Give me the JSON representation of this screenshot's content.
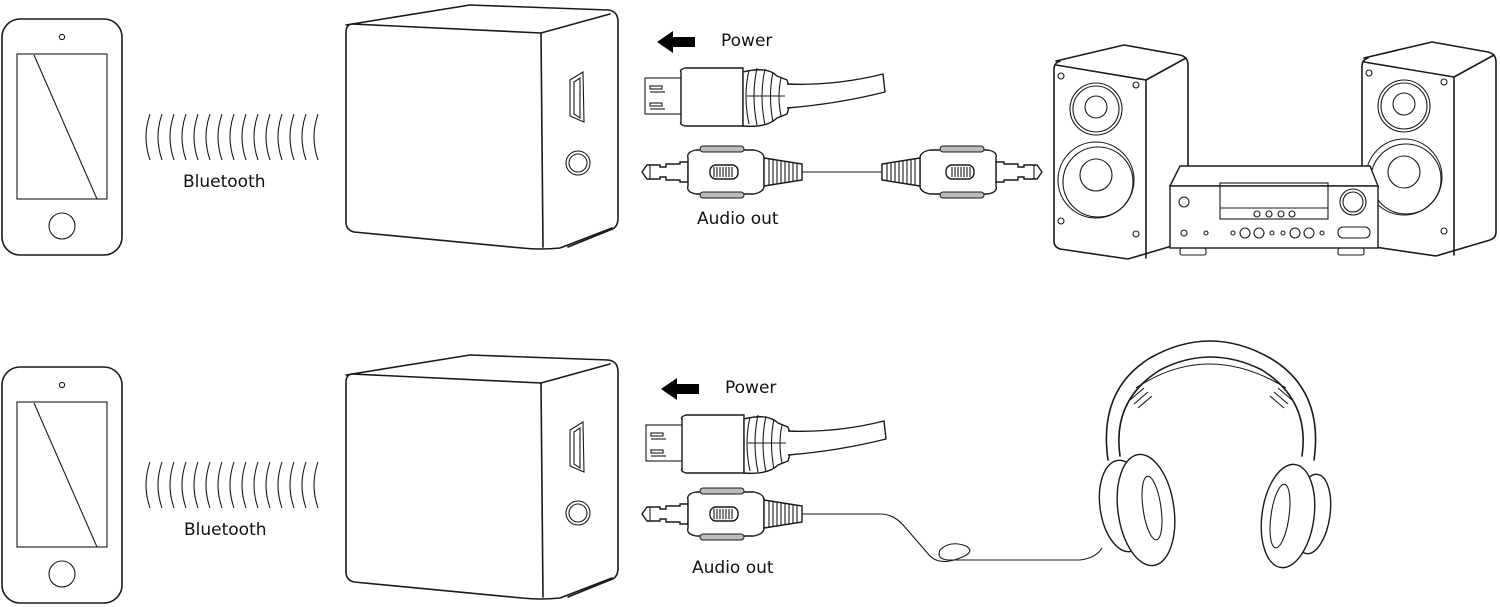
{
  "colors": {
    "line": "#1a1a1a",
    "background": "#ffffff",
    "arrow": "#000000"
  },
  "rows": [
    {
      "name": "speaker-setup",
      "source_device": "smartphone",
      "link_label": "Bluetooth",
      "receiver": "bluetooth-receiver-box",
      "power_label": "Power",
      "audio_label": "Audio out",
      "cable": "3.5mm-to-3.5mm-audio-cable",
      "output_device": "stereo-amplifier-with-speakers"
    },
    {
      "name": "headphone-setup",
      "source_device": "smartphone",
      "link_label": "Bluetooth",
      "receiver": "bluetooth-receiver-box",
      "power_label": "Power",
      "audio_label": "Audio out",
      "cable": "3.5mm-headphone-cable",
      "output_device": "headphones"
    }
  ],
  "icons": {
    "phone": "smartphone-icon",
    "waves": "bluetooth-waves-icon",
    "box": "receiver-box-icon",
    "usb": "micro-usb-plug-icon",
    "jack": "audio-jack-plug-icon",
    "arrow": "arrow-left-icon",
    "speaker": "speaker-icon",
    "amp": "amplifier-icon",
    "headphones": "headphones-icon"
  }
}
